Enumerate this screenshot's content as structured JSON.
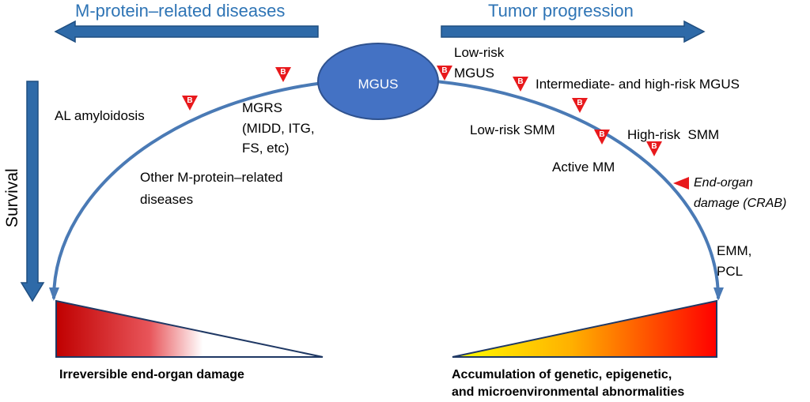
{
  "headers": {
    "left": "M-protein–related diseases",
    "right": "Tumor progression"
  },
  "survival_label": "Survival",
  "center_node": "MGUS",
  "badge_letter": "B",
  "left_side": {
    "al_amyloidosis": "AL amyloidosis",
    "mgrs": [
      "MGRS",
      "(MIDD, ITG,",
      "FS, etc)"
    ],
    "other": [
      "Other M-protein–related",
      "diseases"
    ]
  },
  "right_side": {
    "low_risk_mgus": [
      "Low-risk",
      "MGUS"
    ],
    "intermediate_high_mgus": "Intermediate- and high-risk MGUS",
    "low_risk_smm": "Low-risk SMM",
    "high_risk_smm": "High-risk  SMM",
    "active_mm": "Active MM",
    "end_organ": [
      "End-organ",
      "damage (CRAB)"
    ],
    "emm_pcl": [
      "EMM,",
      "PCL"
    ]
  },
  "bottom": {
    "left_caption": "Irreversible end-organ damage",
    "right_caption": [
      "Accumulation of genetic, epigenetic,",
      "and microenvironmental abnormalities"
    ]
  },
  "colors": {
    "arrow_blue": "#2e6aa8",
    "header_blue": "#2e74b5",
    "node_fill": "#4472c4",
    "badge_red": "#e8191c",
    "damage_red": "#cc0000",
    "accum_yellow": "#ffff00",
    "accum_red": "#ff0000"
  }
}
